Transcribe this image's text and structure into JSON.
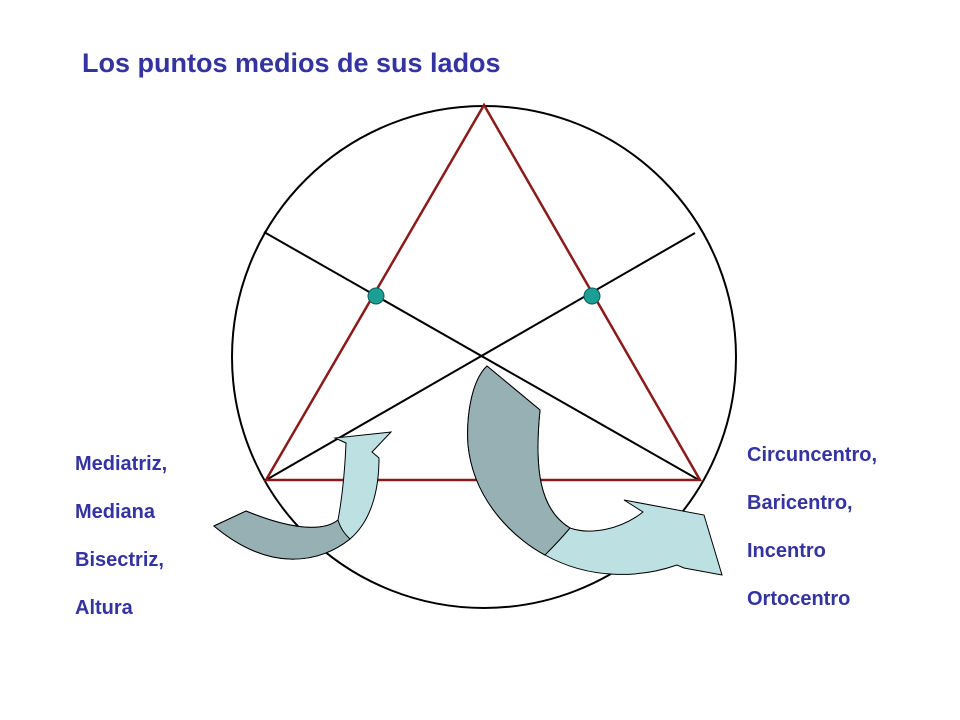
{
  "title": "Los puntos medios de sus lados",
  "left_labels": [
    "Mediatriz,",
    "Mediana",
    "Bisectriz,",
    "Altura"
  ],
  "right_labels": [
    "Circuncentro,",
    "Baricentro,",
    "Incentro",
    "Ortocentro"
  ],
  "colors": {
    "text": "#3333a1",
    "triangle": "#8b1a1a",
    "circle": "#000000",
    "midpoint": "#1a9e96",
    "arrow_dark": "#97b0b3",
    "arrow_light": "#bde0e3"
  }
}
